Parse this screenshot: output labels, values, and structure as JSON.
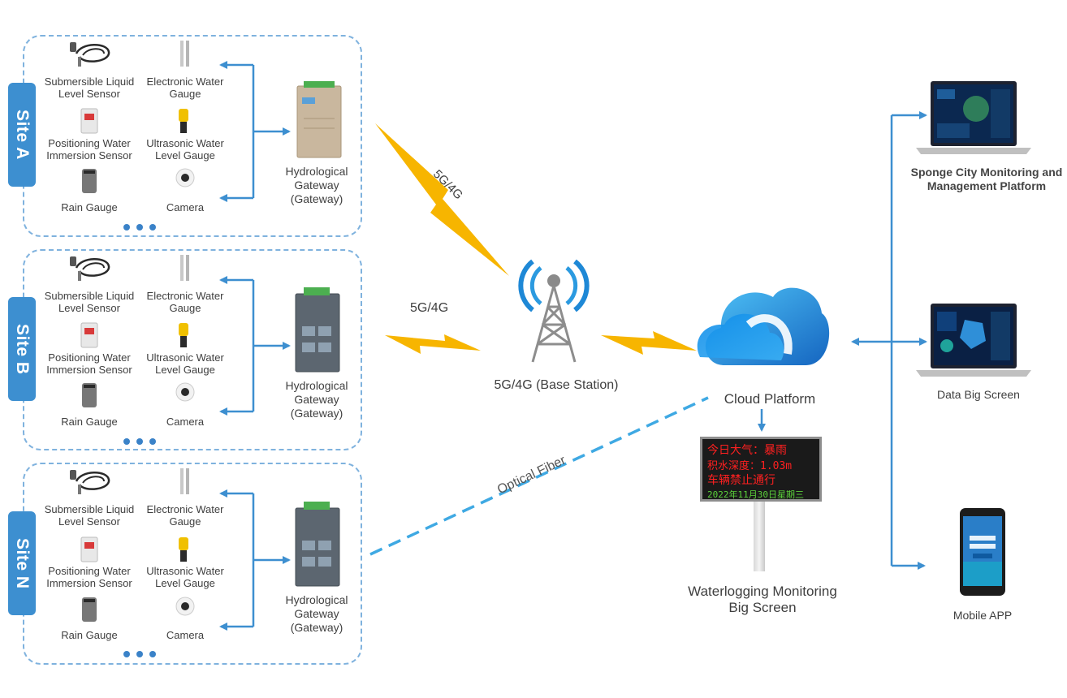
{
  "sites": [
    {
      "tab": "Site A"
    },
    {
      "tab": "Site B"
    },
    {
      "tab": "Site N"
    }
  ],
  "devices": {
    "submersible": "Submersible Liquid Level Sensor",
    "electronic": "Electronic Water Gauge",
    "positioning": "Positioning Water Immersion Sensor",
    "ultrasonic": "Ultrasonic Water Level Gauge",
    "rain": "Rain Gauge",
    "camera": "Camera"
  },
  "gateway_label": "Hydrological Gateway (Gateway)",
  "links": {
    "wireless_a": "5G/4G",
    "wireless_b": "5G/4G",
    "fiber": "Optical Fiber"
  },
  "base_station": "5G/4G (Base Station)",
  "cloud": "Cloud Platform",
  "waterlogging": "Waterlogging Monitoring Big Screen",
  "led_lines": [
    "今日大气：暴雨",
    "积水深度：1.03m",
    "车辆禁止通行",
    "2022年11月30日星期三"
  ],
  "outputs": {
    "sponge": "Sponge City Monitoring and Management Platform",
    "data_screen": "Data Big Screen",
    "mobile": "Mobile APP"
  },
  "colors": {
    "accent": "#3d8fd0",
    "lightning": "#f7b500",
    "fiber": "#3fa9e3"
  }
}
